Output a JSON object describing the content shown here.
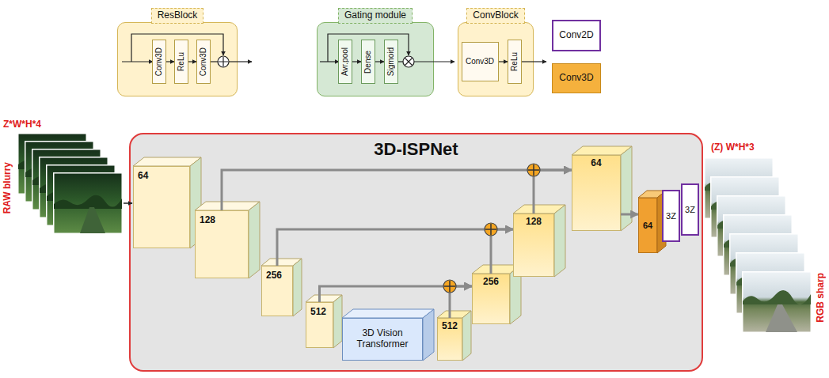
{
  "diagram": {
    "nodes": [
      {
        "text": [
          "ResBlock"
        ]
      },
      {
        "text": [
          "Conv3D"
        ],
        "in": 0
      },
      {
        "text": [
          "ReLu"
        ],
        "in": 0
      },
      {
        "text": [
          "Conv3D"
        ],
        "in": 0
      },
      {
        "text": [
          "Gating module"
        ]
      },
      {
        "text": [
          "Avr.pool"
        ],
        "in": 4
      },
      {
        "text": [
          "Dense"
        ],
        "in": 4
      },
      {
        "text": [
          "Sigmoid"
        ],
        "in": 4
      },
      {
        "text": [
          "ConvBlock"
        ]
      },
      {
        "text": [
          "Conv3D"
        ],
        "in": 8
      },
      {
        "text": [
          "ReLu"
        ],
        "in": 8
      },
      {
        "text": [
          "3D-ISPNet"
        ]
      },
      {
        "text": [
          "64"
        ],
        "in": 11
      },
      {
        "text": [
          "128"
        ],
        "in": 11
      },
      {
        "text": [
          "256"
        ],
        "in": 11
      },
      {
        "text": [
          "512"
        ],
        "in": 11
      },
      {
        "text": [
          "3D Vision Transformer"
        ],
        "in": 11
      },
      {
        "text": [
          "512"
        ],
        "in": 11
      },
      {
        "text": [
          "256"
        ],
        "in": 11
      },
      {
        "text": [
          "128"
        ],
        "in": 11
      },
      {
        "text": [
          "64"
        ],
        "in": 11
      },
      {
        "text": [
          "64"
        ],
        "in": 11
      },
      {
        "text": [
          "3Z"
        ],
        "in": 11
      },
      {
        "text": [
          "3Z"
        ],
        "in": 11
      }
    ],
    "edges": [
      {
        "from": 1,
        "to": 2,
        "arrow": "to"
      },
      {
        "from": 2,
        "to": 3,
        "arrow": "to"
      },
      {
        "from": 5,
        "to": 6,
        "arrow": "to"
      },
      {
        "from": 6,
        "to": 7,
        "arrow": "to"
      },
      {
        "from": 9,
        "to": 10,
        "arrow": "to"
      },
      {
        "from": 13,
        "to": 20,
        "arrow": "to"
      },
      {
        "from": 14,
        "to": 19,
        "arrow": "to"
      },
      {
        "from": 15,
        "to": 18,
        "arrow": "to"
      },
      {
        "from": 17,
        "to": 18,
        "arrow": "to"
      },
      {
        "from": 18,
        "to": 19,
        "arrow": "to"
      },
      {
        "from": 19,
        "to": 20,
        "arrow": "to"
      },
      {
        "from": 20,
        "to": 21,
        "arrow": "to"
      }
    ],
    "labels": [
      "Z*W*H*4",
      "RAW blurry",
      "(Z) W*H*3",
      "RGB sharp"
    ],
    "legend": [
      {
        "text": "Conv2D"
      },
      {
        "text": "Conv3D",
        "color": "#f5b13d"
      }
    ]
  }
}
